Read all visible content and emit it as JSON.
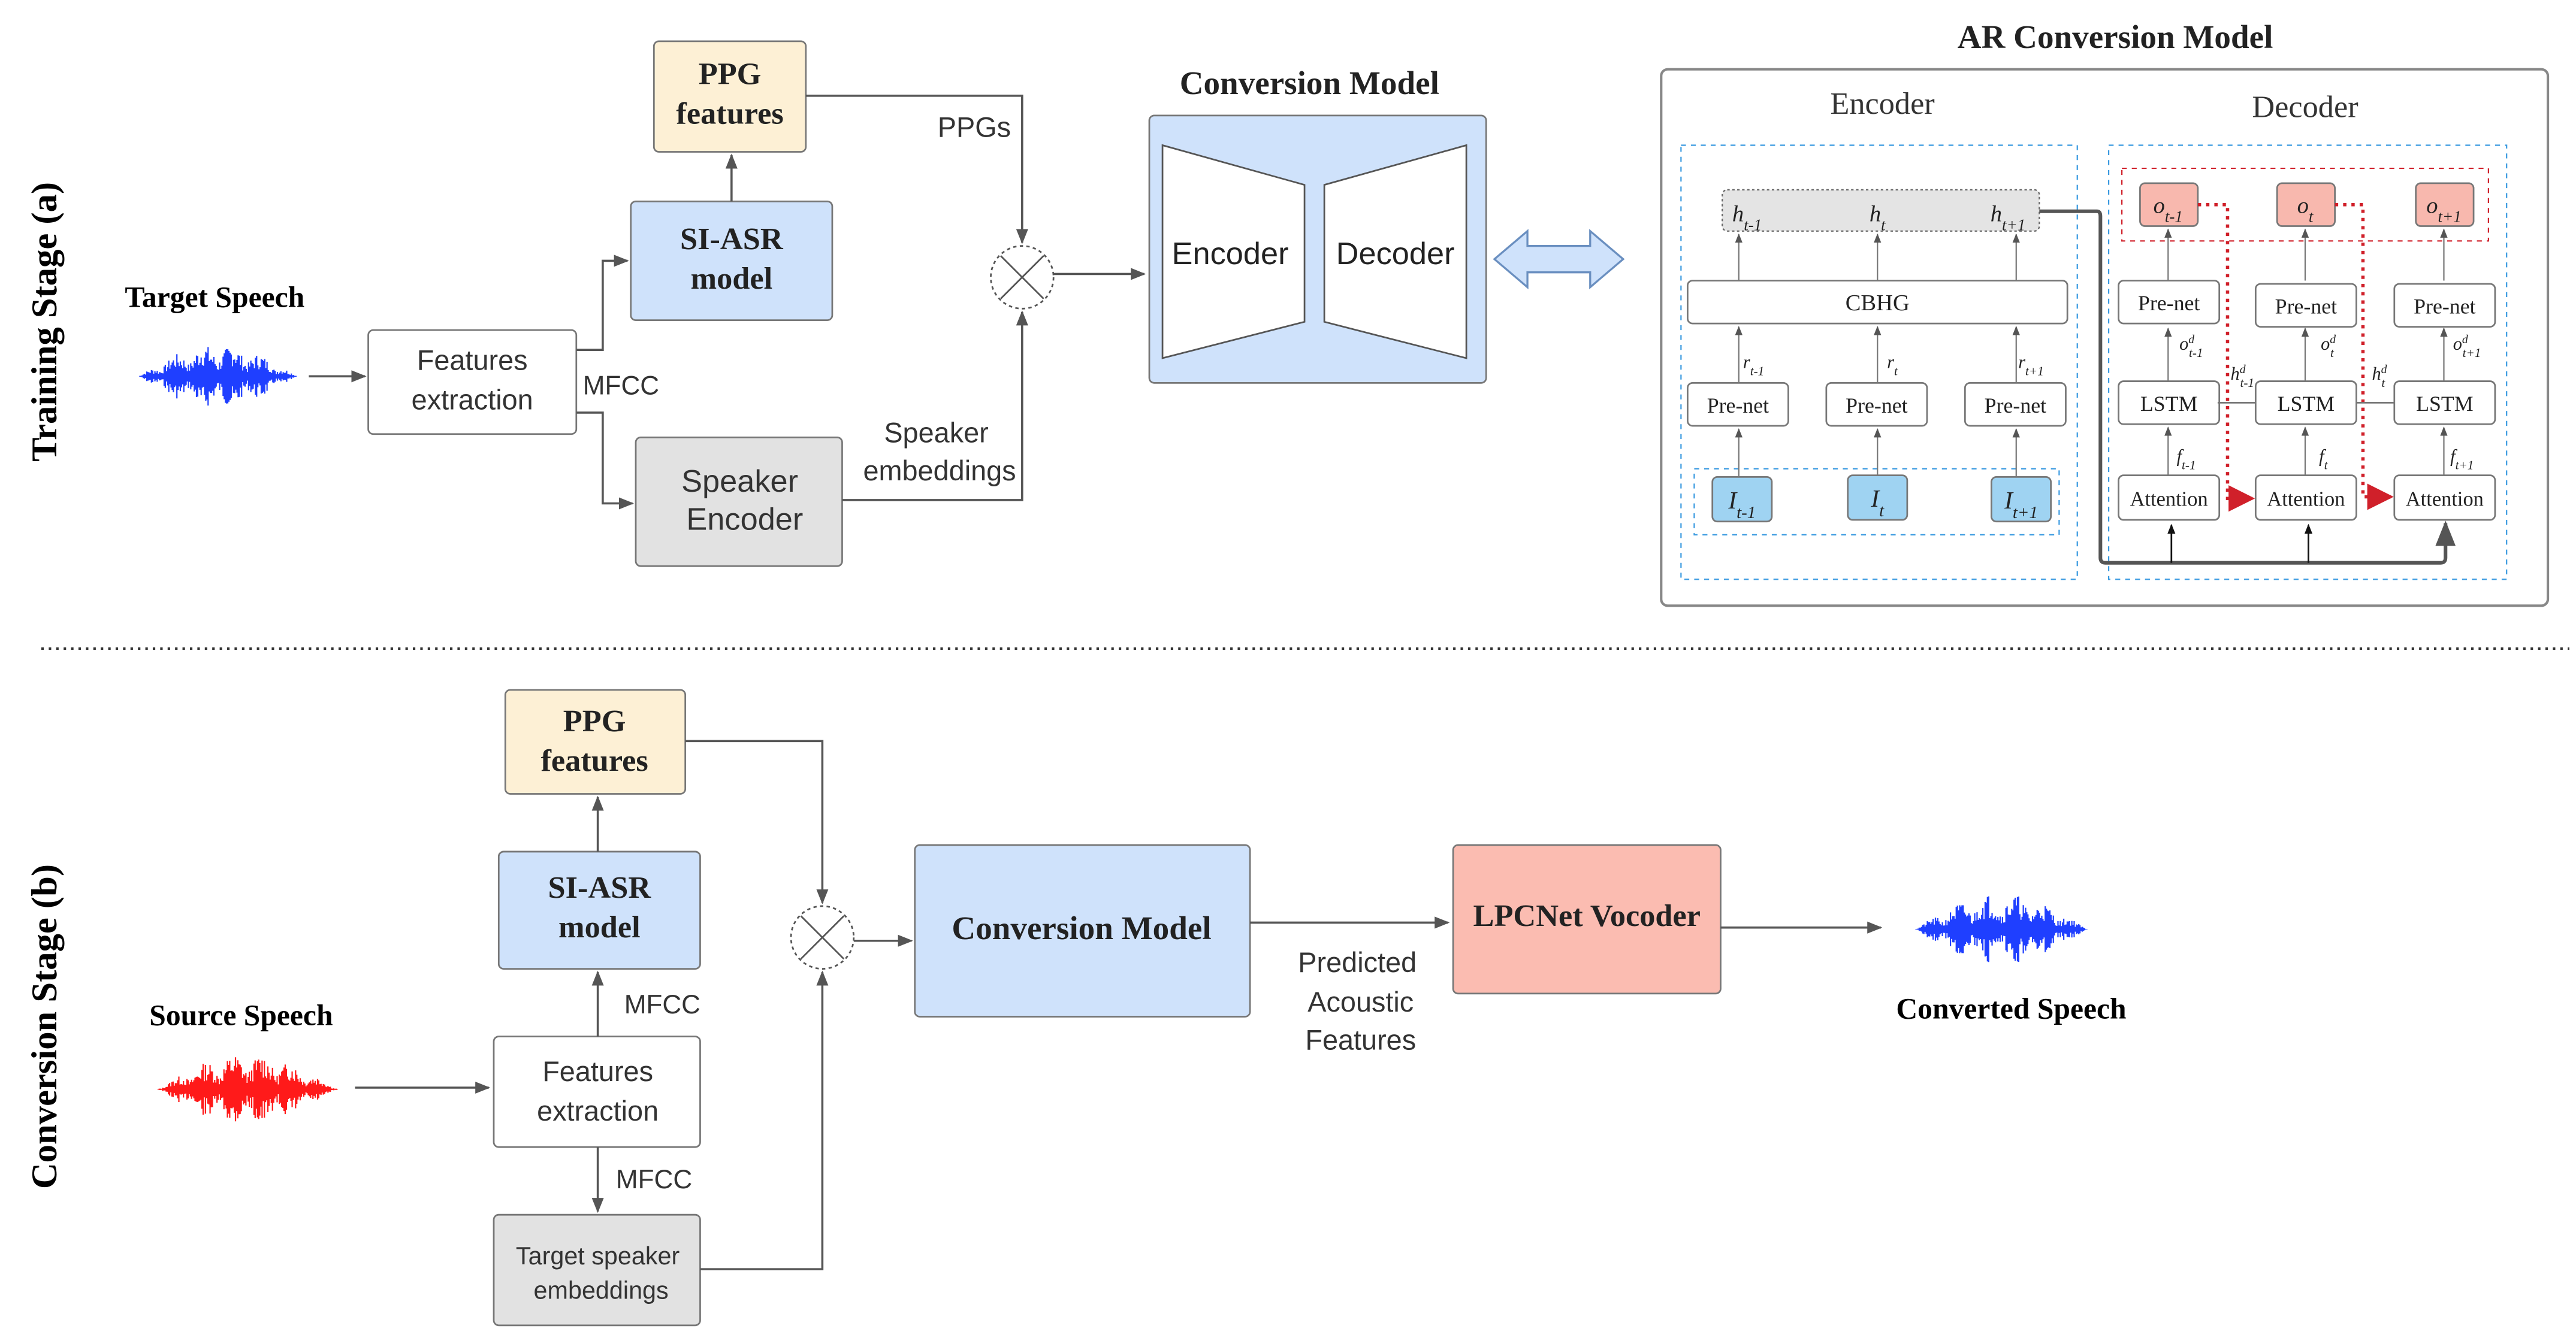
{
  "training": {
    "stage_label": "Training Stage (a)",
    "target_speech": "Target Speech",
    "features_extraction": [
      "Features",
      "extraction"
    ],
    "mfcc": "MFCC",
    "si_asr": [
      "SI-ASR",
      "model"
    ],
    "ppg": [
      "PPG",
      "features"
    ],
    "ppgs": "PPGs",
    "speaker_encoder": [
      "Speaker",
      "Encoder"
    ],
    "speaker_embeddings": [
      "Speaker",
      "embeddings"
    ],
    "conversion_model_title": "Conversion Model",
    "encoder": "Encoder",
    "decoder": "Decoder"
  },
  "ar_model": {
    "title": "AR Conversion Model",
    "encoder_label": "Encoder",
    "decoder_label": "Decoder",
    "cbhg": "CBHG",
    "prenet": "Pre-net",
    "lstm": "LSTM",
    "attention": "Attention",
    "h": [
      {
        "base": "h",
        "sub": "t-1"
      },
      {
        "base": "h",
        "sub": "t"
      },
      {
        "base": "h",
        "sub": "t+1"
      }
    ],
    "r": [
      {
        "base": "r",
        "sub": "t-1"
      },
      {
        "base": "r",
        "sub": "t"
      },
      {
        "base": "r",
        "sub": "t+1"
      }
    ],
    "I": [
      {
        "base": "I",
        "sub": "t-1"
      },
      {
        "base": "I",
        "sub": "t"
      },
      {
        "base": "I",
        "sub": "t+1"
      }
    ],
    "o": [
      {
        "base": "o",
        "sub": "t-1"
      },
      {
        "base": "o",
        "sub": "t"
      },
      {
        "base": "o",
        "sub": "t+1"
      }
    ],
    "od": [
      {
        "base": "o",
        "sup": "d",
        "sub": "t-1"
      },
      {
        "base": "o",
        "sup": "d",
        "sub": "t"
      },
      {
        "base": "o",
        "sup": "d",
        "sub": "t+1"
      }
    ],
    "hd": [
      {
        "base": "h",
        "sup": "d",
        "sub": "t-1"
      },
      {
        "base": "h",
        "sup": "d",
        "sub": "t"
      }
    ],
    "f": [
      {
        "base": "f",
        "sub": "t-1"
      },
      {
        "base": "f",
        "sub": "t"
      },
      {
        "base": "f",
        "sub": "t+1"
      }
    ]
  },
  "conversion": {
    "stage_label": "Conversion Stage (b)",
    "source_speech": "Source Speech",
    "ppg": [
      "PPG",
      "features"
    ],
    "si_asr": [
      "SI-ASR",
      "model"
    ],
    "mfcc_top": "MFCC",
    "mfcc_bottom": "MFCC",
    "features_extraction": [
      "Features",
      "extraction"
    ],
    "target_speaker_embeddings": [
      "Target speaker",
      "embeddings"
    ],
    "conversion_model": "Conversion Model",
    "predicted_features": [
      "Predicted",
      "Acoustic",
      "Features"
    ],
    "vocoder": "LPCNet Vocoder",
    "converted_speech": "Converted Speech"
  },
  "colors": {
    "blue_box": "#cfe2fb",
    "ppg_box": "#fdf0d5",
    "gray_box": "#e2e2e2",
    "input_box": "#9fd3f2",
    "output_box": "#f8b8ae",
    "vocoder_box": "#fbbcb1",
    "target_wave": "#1f3fff",
    "source_wave": "#ff1a1a",
    "attention_arrow": "#d0202a"
  }
}
